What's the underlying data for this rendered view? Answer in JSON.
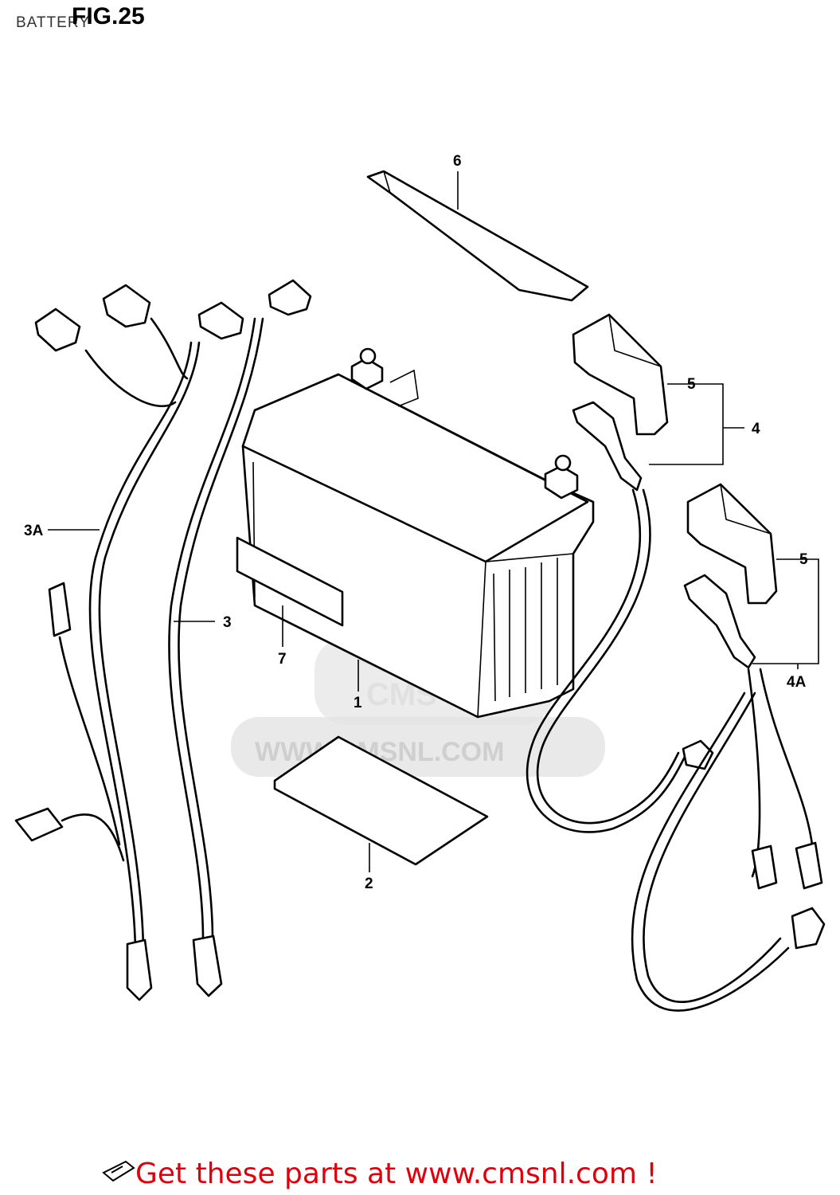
{
  "header": {
    "fig_label": "FIG.25",
    "subtitle": "BATTERY"
  },
  "watermark": {
    "text": "WWW.CMSNL.COM",
    "logo": "CMS"
  },
  "callouts": [
    {
      "id": "1",
      "text": "1"
    },
    {
      "id": "2",
      "text": "2"
    },
    {
      "id": "3",
      "text": "3"
    },
    {
      "id": "3A",
      "text": "3A"
    },
    {
      "id": "4",
      "text": "4"
    },
    {
      "id": "4A",
      "text": "4A"
    },
    {
      "id": "5a",
      "text": "5"
    },
    {
      "id": "5b",
      "text": "5"
    },
    {
      "id": "6",
      "text": "6"
    },
    {
      "id": "7",
      "text": "7"
    }
  ],
  "footer": {
    "fwd_icon": "fwd-arrow-icon",
    "link_text": "Get these parts at www.cmsnl.com !",
    "link_color": "#e0000b"
  }
}
